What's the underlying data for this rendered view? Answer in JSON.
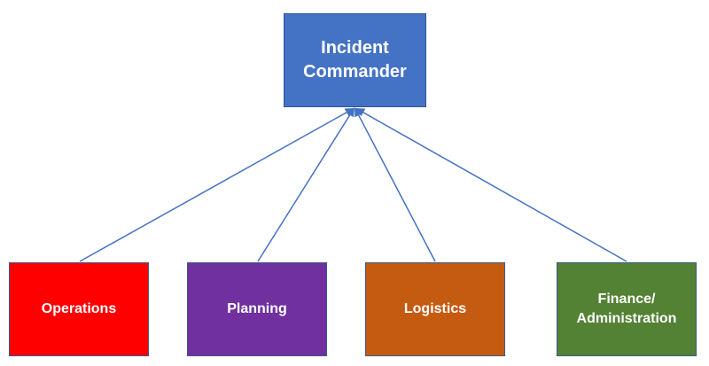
{
  "diagram": {
    "root": {
      "label": "Incident Commander",
      "color": "#4472c4"
    },
    "children": [
      {
        "label": "Operations",
        "color": "#ff0000"
      },
      {
        "label": "Planning",
        "color": "#7030a0"
      },
      {
        "label": "Logistics",
        "color": "#c55a11"
      },
      {
        "label": "Finance/ Administration",
        "color": "#548235"
      }
    ],
    "connector_color": "#4472c4",
    "arrow_direction": "up"
  }
}
